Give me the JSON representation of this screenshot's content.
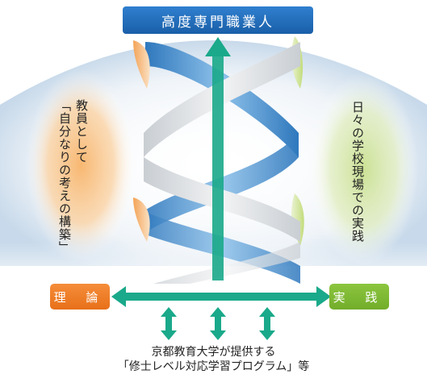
{
  "title": "高度専門職業人",
  "left_label": "理 論",
  "right_label": "実 践",
  "left_text": [
    "教員として",
    "「自分なりの考えの構築」"
  ],
  "right_text": "日々の学校現場での実践",
  "bottom_text": [
    "京都教育大学が提供する",
    "「修士レベル対応学習プログラム」等"
  ],
  "colors": {
    "title": "#1f66b0",
    "theory": "#ec7a23",
    "practice": "#7cb834",
    "arrow": "#1aa98a",
    "helix_blue": "#5aa3d8",
    "helix_light": "#d8dde1"
  }
}
